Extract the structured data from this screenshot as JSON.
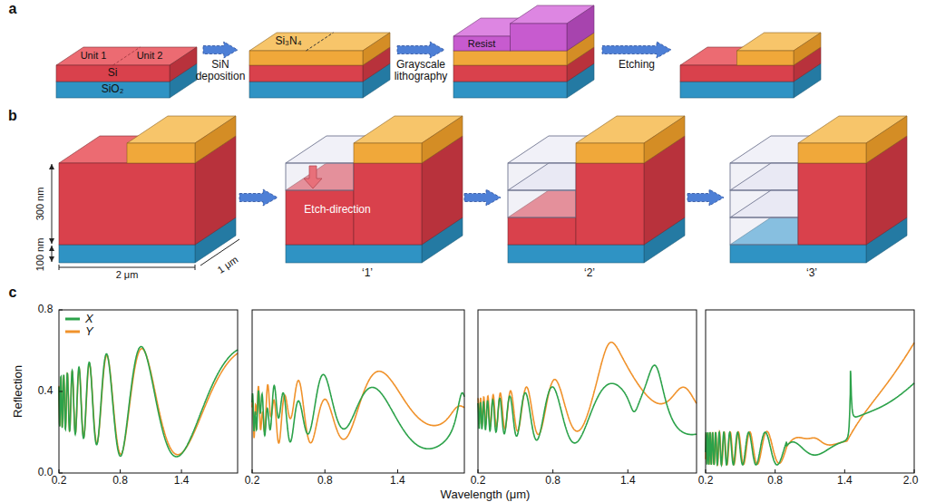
{
  "diagram": {
    "labels": [
      "a",
      "Unit 1",
      "Unit 2",
      "Si",
      "SiO₂",
      "SiN deposition",
      "Si₃N₄",
      "Grayscale lithography",
      "Resist",
      "Etching",
      "b",
      "300 nm",
      "100 nm",
      "2 μm",
      "1 μm",
      "Etch-direction",
      "‘1’",
      "‘2’",
      "‘3’",
      "c",
      "Reflection",
      "0.8",
      "0.4",
      "0.0",
      "0.2",
      "0.8",
      "1.4",
      "0.2",
      "0.8",
      "1.4",
      "0.2",
      "0.8",
      "1.4",
      "0.2",
      "0.8",
      "1.4",
      "2.0",
      "Wavelength (μm)"
    ],
    "legend": [
      {
        "text": "X"
      },
      {
        "text": "Y"
      }
    ]
  }
}
